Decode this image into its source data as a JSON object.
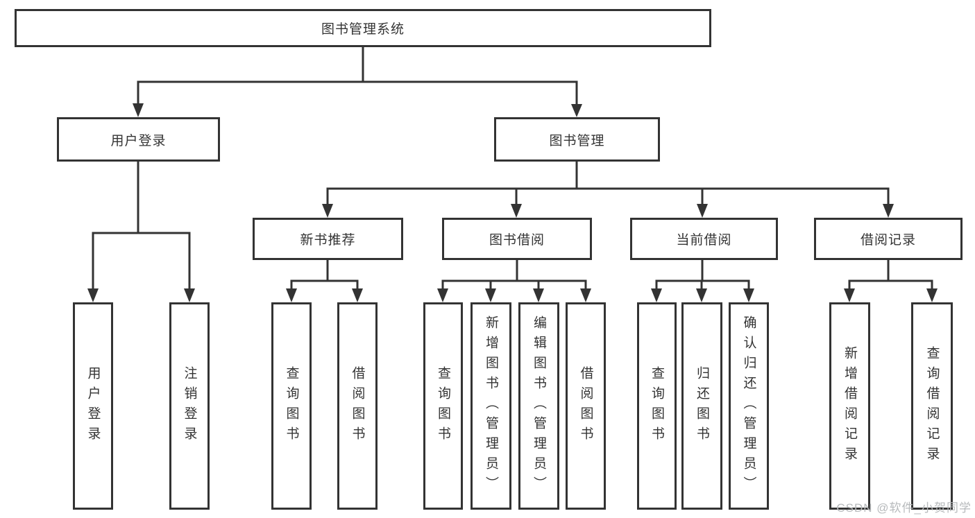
{
  "diagram": {
    "root": {
      "label": "图书管理系统"
    },
    "level2": [
      {
        "label": "用户登录",
        "children": [
          {
            "label": "用户登录"
          },
          {
            "label": "注销登录"
          }
        ]
      },
      {
        "label": "图书管理",
        "sections": [
          {
            "label": "新书推荐",
            "children": [
              {
                "label": "查询图书"
              },
              {
                "label": "借阅图书"
              }
            ]
          },
          {
            "label": "图书借阅",
            "children": [
              {
                "label": "查询图书"
              },
              {
                "label": "新增图书（管理员）"
              },
              {
                "label": "编辑图书（管理员）"
              },
              {
                "label": "借阅图书"
              }
            ]
          },
          {
            "label": "当前借阅",
            "children": [
              {
                "label": "查询图书"
              },
              {
                "label": "归还图书"
              },
              {
                "label": "确认归还（管理员）"
              }
            ]
          },
          {
            "label": "借阅记录",
            "children": [
              {
                "label": "新增借阅记录"
              },
              {
                "label": "查询借阅记录"
              }
            ]
          }
        ]
      }
    ],
    "colors": {
      "line": "#333333",
      "text": "#333333",
      "background": "#ffffff",
      "watermark": "#b7babc"
    },
    "watermark": {
      "text": "CSDN @软件_小贺同学"
    }
  }
}
